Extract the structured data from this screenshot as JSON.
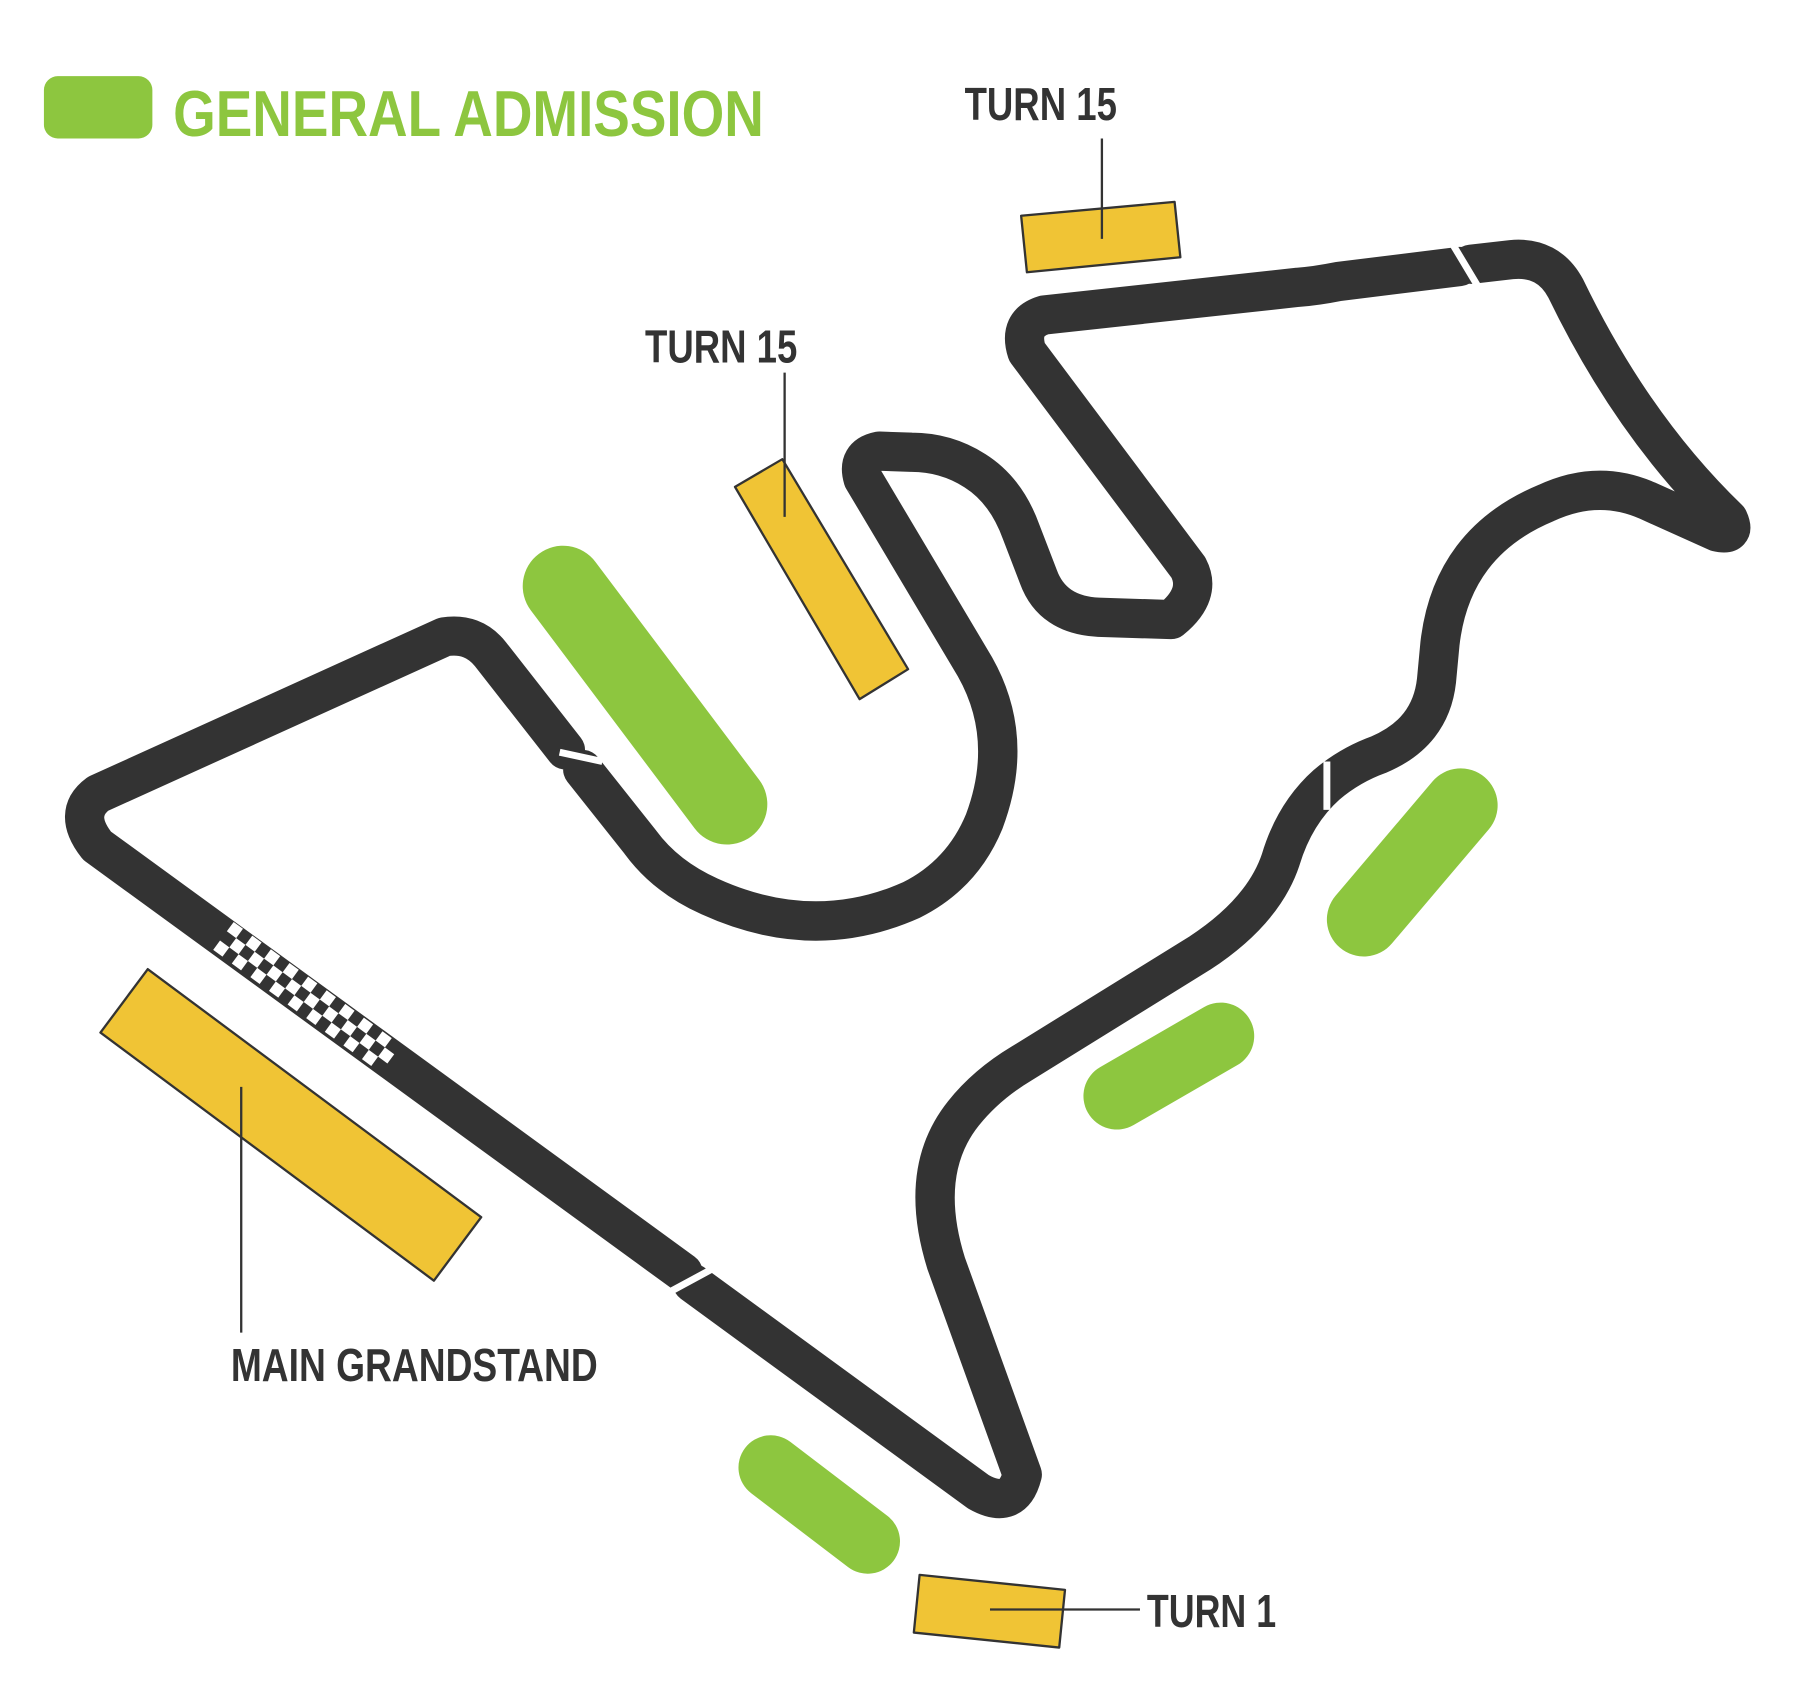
{
  "legend": {
    "label": "GENERAL ADMISSION",
    "color": "#8DC63F"
  },
  "labels": {
    "turn15_top": "TURN 15",
    "turn15_mid": "TURN 15",
    "main_grandstand": "MAIN GRANDSTAND",
    "turn1": "TURN 1"
  },
  "colors": {
    "track": "#333333",
    "grandstand": "#F0C435",
    "general_admission": "#8DC63F"
  }
}
